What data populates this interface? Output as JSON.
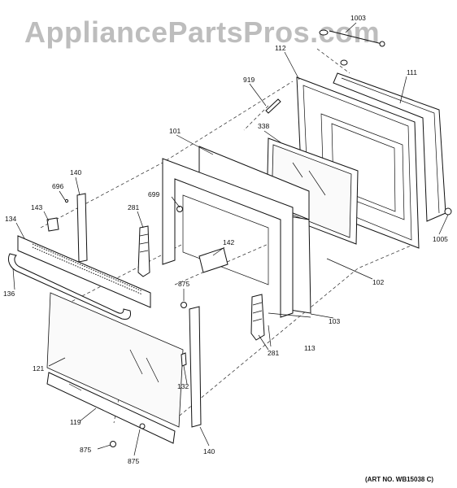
{
  "watermark": "AppliancePartsPros.com",
  "art_number": "(ART NO. WB15038 C)",
  "callouts": {
    "c1003": "1003",
    "c112": "112",
    "c111": "111",
    "c919": "919",
    "c101": "101",
    "c338": "338",
    "c140_top": "140",
    "c696": "696",
    "c699": "699",
    "c281_top": "281",
    "c143": "143",
    "c134": "134",
    "c142": "142",
    "c1005": "1005",
    "c136": "136",
    "c875_mid": "875",
    "c102": "102",
    "c103": "103",
    "c121": "121",
    "c113": "113",
    "c281_bot": "281",
    "c132": "132",
    "c119": "119",
    "c875_left": "875",
    "c875_bot": "875",
    "c140_bot": "140"
  }
}
